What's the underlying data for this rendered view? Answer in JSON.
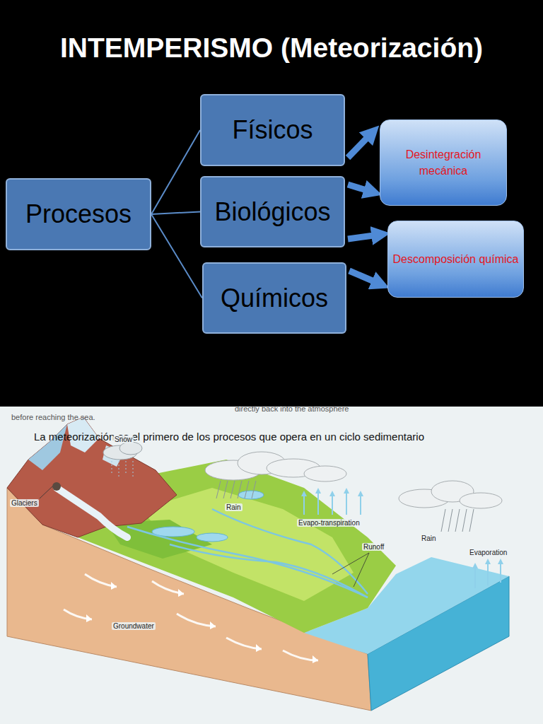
{
  "diagram": {
    "title": "INTEMPERISMO (Meteorización)",
    "caption": "La meteorización es el primero de los procesos que opera en un ciclo sedimentario",
    "nodes": [
      {
        "text": [
          "Procesos"
        ]
      },
      {
        "text": [
          "Físicos"
        ]
      },
      {
        "text": [
          "Biológicos"
        ]
      },
      {
        "text": [
          "Químicos"
        ]
      },
      {
        "text": [
          "Desintegración mecánica"
        ]
      },
      {
        "text": [
          "Descomposición química"
        ]
      }
    ],
    "edges": [
      {
        "from": 0,
        "to": 1,
        "arrow": "none"
      },
      {
        "from": 0,
        "to": 2,
        "arrow": "none"
      },
      {
        "from": 0,
        "to": 3,
        "arrow": "none"
      },
      {
        "from": 1,
        "to": 4,
        "arrow": "to"
      },
      {
        "from": 2,
        "to": 4,
        "arrow": "to"
      },
      {
        "from": 2,
        "to": 5,
        "arrow": "to"
      },
      {
        "from": 3,
        "to": 5,
        "arrow": "to"
      }
    ],
    "labels": [
      "directly back into the atmosphere",
      "before reaching the sea.",
      "Snow",
      "Glaciers",
      "Rain",
      "Evapo-transpiration",
      "Runoff",
      "Rain",
      "Evaporation",
      "Groundwater"
    ]
  }
}
